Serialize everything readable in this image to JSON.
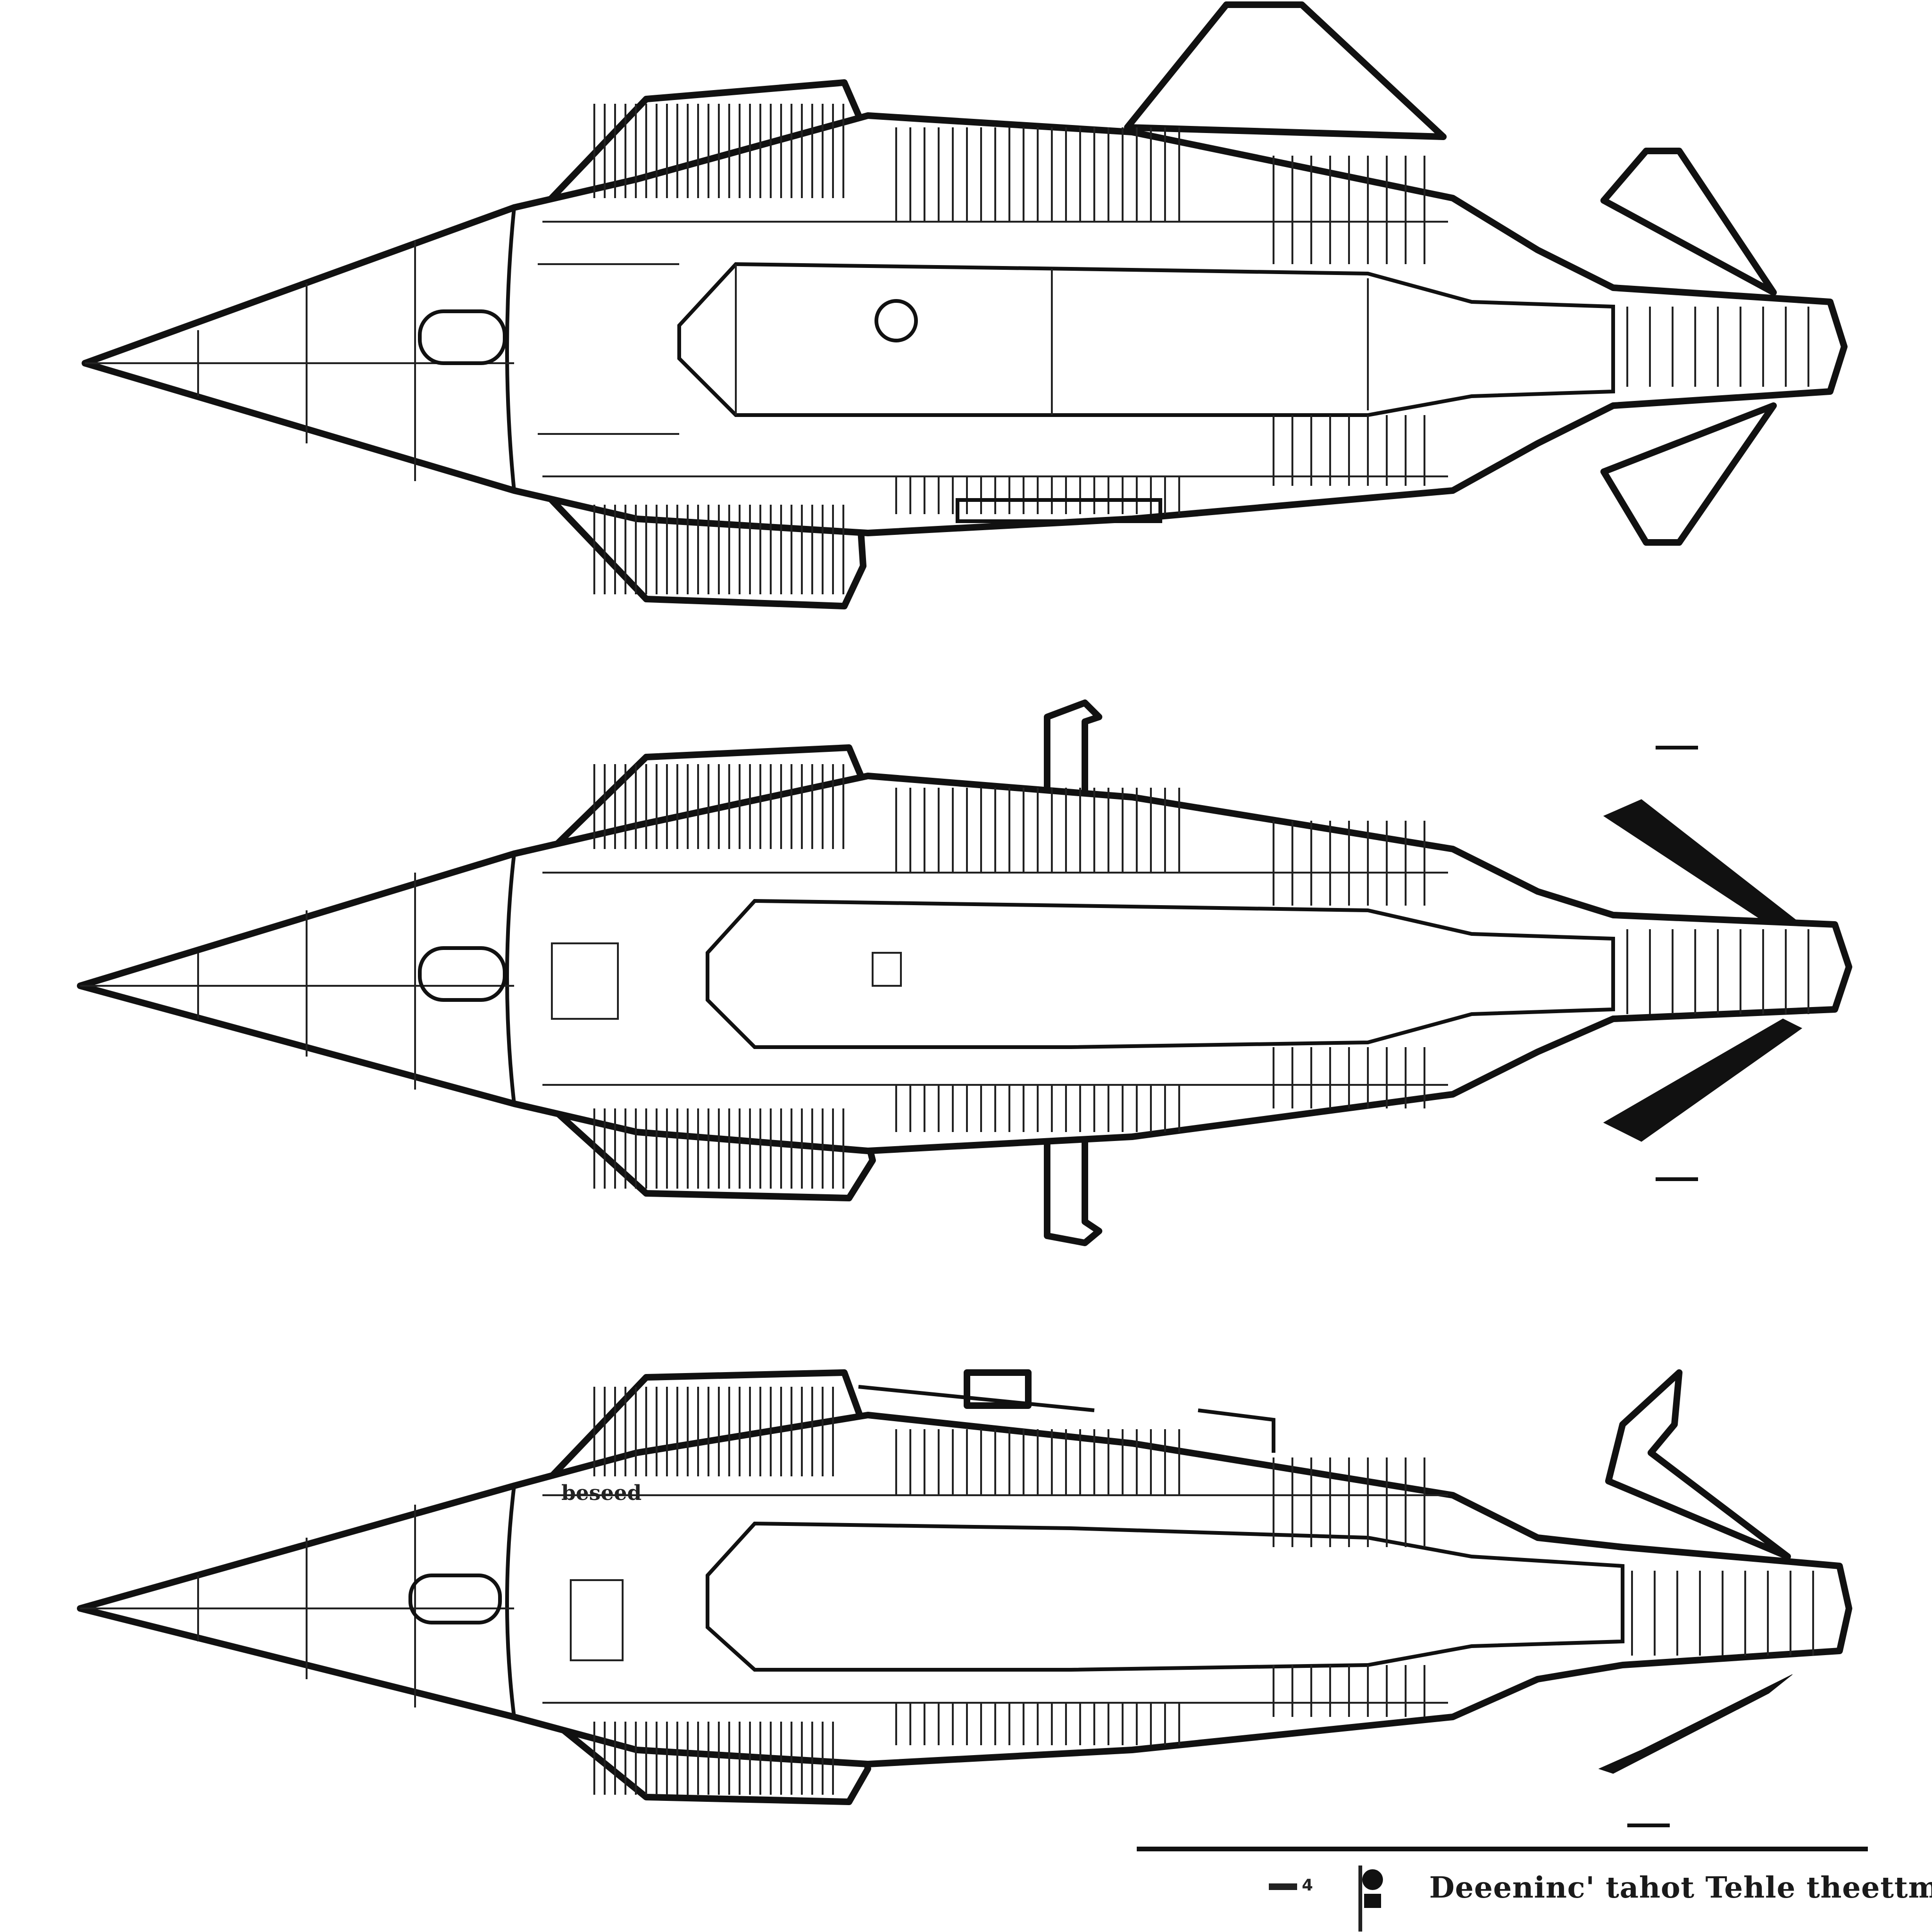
{
  "sheet": {
    "views": [
      {
        "name": "top-view",
        "hull_label": ""
      },
      {
        "name": "middle-view",
        "hull_label": ""
      },
      {
        "name": "bottom-view",
        "hull_label": "beseed"
      }
    ],
    "title_block": {
      "title": "Deeeninc' tahot Tehle theettmm",
      "code": "4"
    },
    "ink_color": "#111111",
    "paper_color": "#ffffff"
  }
}
